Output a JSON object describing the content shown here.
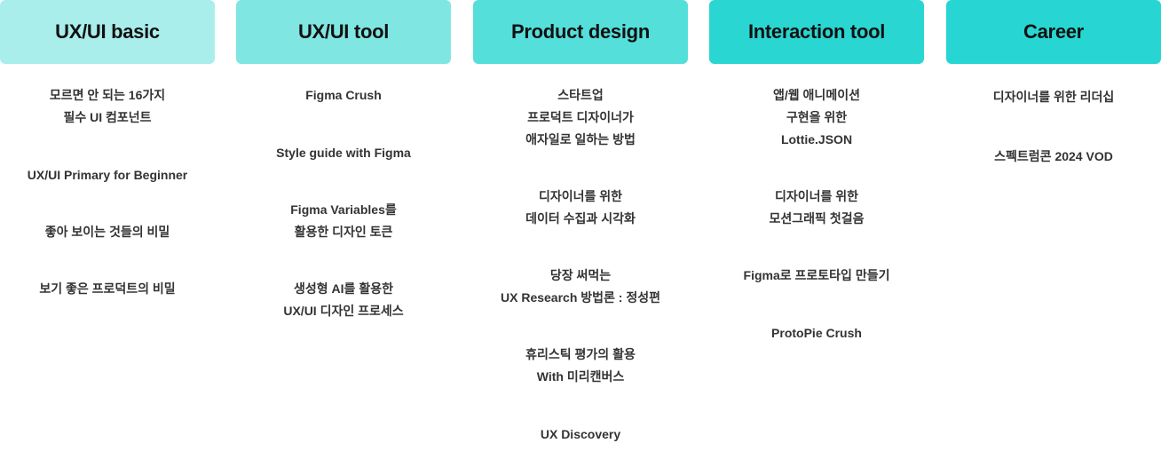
{
  "categories": [
    {
      "title": "UX/UI basic",
      "color": "#aaeeec",
      "items": [
        {
          "lines": [
            "모르면 안 되는 16가지",
            "필수 UI 컴포넌트"
          ]
        },
        {
          "lines": [
            "UX/UI Primary for Beginner"
          ]
        },
        {
          "lines": [
            "좋아 보이는 것들의 비밀"
          ]
        },
        {
          "lines": [
            "보기 좋은 프로덕트의 비밀"
          ]
        }
      ]
    },
    {
      "title": "UX/UI tool",
      "color": "#80e6e2",
      "items": [
        {
          "lines": [
            "Figma Crush"
          ]
        },
        {
          "lines": [
            "Style guide with Figma"
          ]
        },
        {
          "lines": [
            "Figma Variables를",
            "활용한 디자인 토큰"
          ]
        },
        {
          "lines": [
            "생성형 AI를 활용한",
            "UX/UI 디자인 프로세스"
          ]
        }
      ]
    },
    {
      "title": "Product design",
      "color": "#55dfdb",
      "items": [
        {
          "lines": [
            "스타트업",
            "프로덕트 디자이너가",
            "애자일로 일하는 방법"
          ]
        },
        {
          "lines": [
            "디자이너를 위한",
            "데이터 수집과 시각화"
          ]
        },
        {
          "lines": [
            "당장 써먹는",
            "UX Research 방법론 : 정성편"
          ]
        },
        {
          "lines": [
            "휴리스틱 평가의 활용",
            "With 미리캔버스"
          ]
        },
        {
          "lines": [
            "UX Discovery"
          ]
        }
      ]
    },
    {
      "title": "Interaction tool",
      "color": "#2ad6d2",
      "items": [
        {
          "lines": [
            "앱/웹 애니메이션",
            "구현을 위한",
            "Lottie.JSON"
          ]
        },
        {
          "lines": [
            "디자이너를 위한",
            "모션그래픽 첫걸음"
          ]
        },
        {
          "lines": [
            "Figma로 프로토타입 만들기"
          ]
        },
        {
          "lines": [
            "ProtoPie Crush"
          ]
        }
      ]
    },
    {
      "title": "Career",
      "color": "#27d6d2",
      "items": [
        {
          "lines": [
            "디자이너를 위한 리더십"
          ]
        },
        {
          "lines": [
            "스펙트럼콘 2024 VOD"
          ]
        }
      ]
    }
  ]
}
